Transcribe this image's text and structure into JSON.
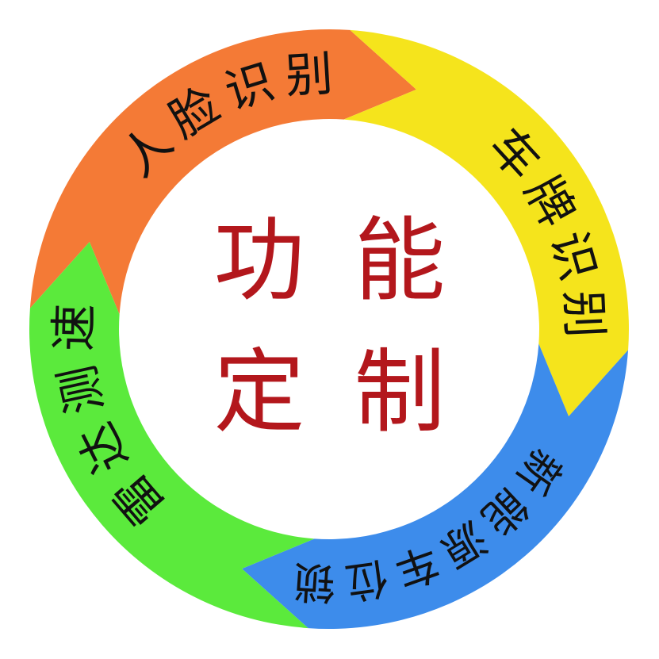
{
  "center": {
    "lines": [
      "功能",
      "定制"
    ],
    "color": "#B3171C"
  },
  "segments": [
    {
      "label": "人脸识别",
      "color": "#F47A36"
    },
    {
      "label": "车牌识别",
      "color": "#F5E41C"
    },
    {
      "label": "新能源车位锁",
      "color": "#3D8CEB"
    },
    {
      "label": "雷达测速",
      "color": "#5BEA3C"
    }
  ]
}
